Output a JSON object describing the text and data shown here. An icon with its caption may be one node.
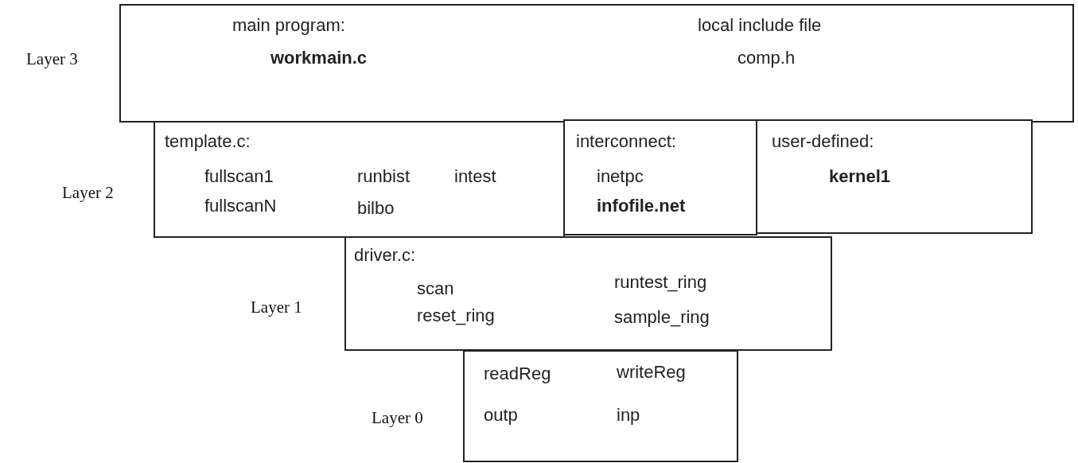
{
  "diagram": {
    "nodes": [
      {
        "text": [
          "main program:",
          "workmain.c",
          "local include file",
          "comp.h"
        ],
        "beside": [
          "Layer 3"
        ]
      },
      {
        "text": [
          "template.c:",
          "fullscan1",
          "runbist",
          "intest",
          "fullscanN",
          "bilbo"
        ],
        "beside": [
          "Layer 2"
        ]
      },
      {
        "text": [
          "interconnect:",
          "inetpc",
          "infofile.net"
        ]
      },
      {
        "text": [
          "user-defined:",
          "kernel1"
        ]
      },
      {
        "text": [
          "driver.c:",
          "scan",
          "runtest_ring",
          "reset_ring",
          "sample_ring"
        ],
        "beside": [
          "Layer 1"
        ]
      },
      {
        "text": [
          "readReg",
          "writeReg",
          "outp",
          "inp"
        ],
        "beside": [
          "Layer 0"
        ]
      }
    ],
    "edges": []
  }
}
